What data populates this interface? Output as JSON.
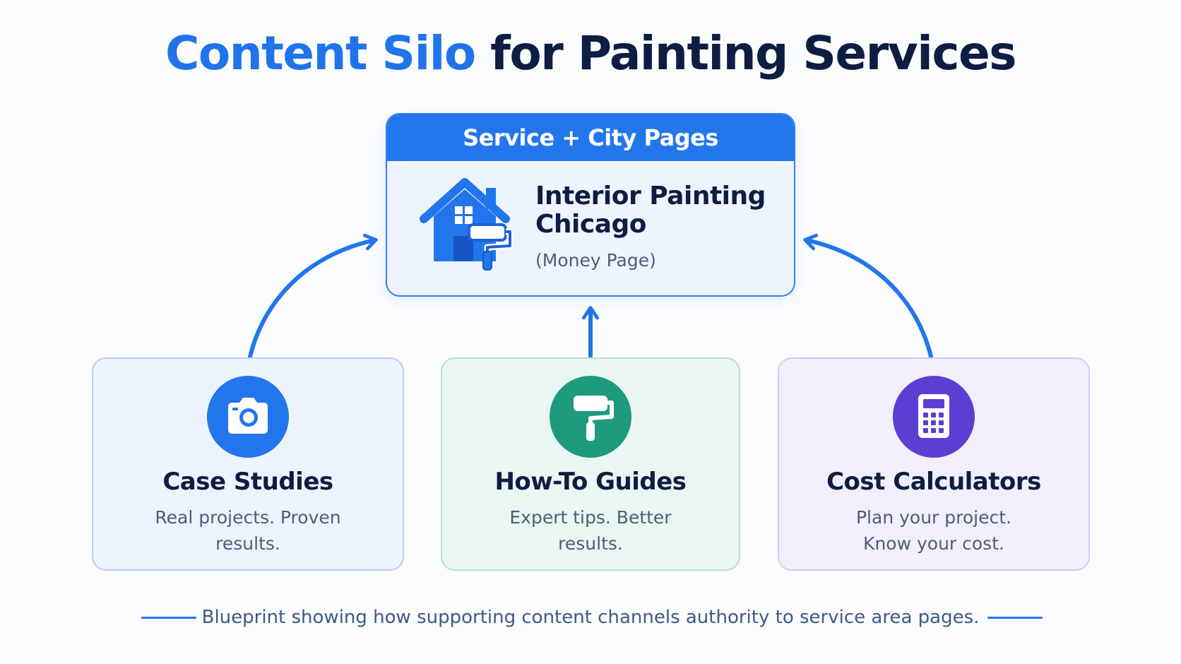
{
  "title": {
    "accent": "Content Silo",
    "rest": "for Painting Services"
  },
  "money_page": {
    "header": "Service + City Pages",
    "name_line1": "Interior Painting",
    "name_line2": "Chicago",
    "subtitle": "(Money Page)",
    "icon": "house-paint-roller-icon"
  },
  "support_pages": [
    {
      "title": "Case Studies",
      "desc_line1": "Real projects. Proven",
      "desc_line2": "results.",
      "icon": "camera-icon",
      "color": "#2176ec"
    },
    {
      "title": "How-To Guides",
      "desc_line1": "Expert tips. Better",
      "desc_line2": "results.",
      "icon": "paint-roller-icon",
      "color": "#1e9a7c"
    },
    {
      "title": "Cost Calculators",
      "desc_line1": "Plan your project.",
      "desc_line2": "Know your cost.",
      "icon": "calculator-icon",
      "color": "#5b3fd2"
    }
  ],
  "footer": {
    "caption": "Blueprint showing how supporting content channels authority to service area pages."
  },
  "colors": {
    "accent": "#1f74ea",
    "navy": "#0e1d42",
    "teal": "#1e9a7c",
    "purple": "#5b3fd2"
  }
}
